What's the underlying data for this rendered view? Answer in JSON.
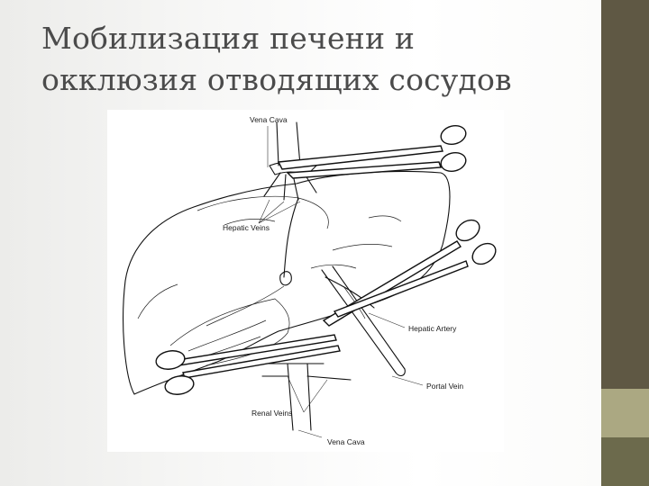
{
  "slide": {
    "title_lines": [
      "Мобилизация печени и",
      "окклюзия отводящих сосудов"
    ]
  },
  "figure": {
    "labels": {
      "vena_cava_top": "Vena Cava",
      "hepatic_veins": "Hepatic Veins",
      "hepatic_artery": "Hepatic Artery",
      "portal_vein": "Portal Vein",
      "renal_veins": "Renal Veins",
      "vena_cava_bottom": "Vena Cava"
    }
  },
  "theme": {
    "sidebar_color": "#5f5844",
    "accent_light": "#aba882",
    "accent_dark": "#6c6a4c",
    "title_color": "#4b4b4b"
  }
}
